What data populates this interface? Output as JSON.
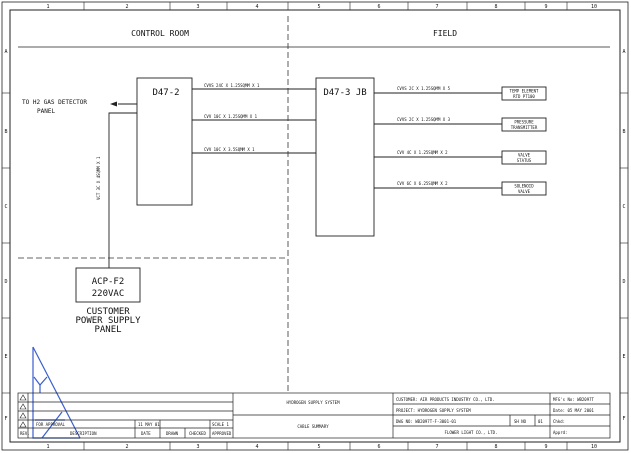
{
  "grid": {
    "columns": [
      "1",
      "2",
      "3",
      "4",
      "5",
      "6",
      "7",
      "8",
      "9",
      "10"
    ],
    "rows": [
      "A",
      "B",
      "C",
      "D",
      "E",
      "F"
    ]
  },
  "zones": {
    "left": "CONTROL ROOM",
    "right": "FIELD"
  },
  "equipment": {
    "d47_2": "D47-2",
    "d47_3": "D47-3 JB",
    "acp_name": "ACP-F2",
    "acp_voltage": "220VAC",
    "supply_line1": "CUSTOMER",
    "supply_line2": "POWER SUPPLY",
    "supply_line3": "PANEL"
  },
  "h2_detector": {
    "line1": "TO H2 GAS DETECTOR",
    "line2": "PANEL"
  },
  "cables_cr": [
    "CVVS 24C X 1.25SQMM X 1",
    "CVV 10C X 1.25SQMM X 1",
    "CVV 10C X 3.5SQMM X 1"
  ],
  "power_cable": "VCT 3C X 4SQMM X 1",
  "cables_field": [
    "CVVS 2C X 1.25SQMM X 5",
    "CVVS 2C X 1.25SQMM X 3",
    "CVV 4C X 1.25SQMM X 2",
    "CVV 6C X 6.25SQMM X 2"
  ],
  "field_devices": [
    {
      "l1": "TEMP ELEMENT",
      "l2": "RTD PT100"
    },
    {
      "l1": "PRESSURE",
      "l2": "TRANSMITTER"
    },
    {
      "l1": "VALVE",
      "l2": "STATUS"
    },
    {
      "l1": "SOLENOID",
      "l2": "VALVE"
    }
  ],
  "title_block": {
    "rev_row_desc": "FOR APPROVAL",
    "rev_row_date": "11 MAY 01",
    "rev_row_scale": "SCALE 1",
    "col_rev": "REV.",
    "col_desc": "DESCRIPTION",
    "col_date": "DATE",
    "col_drawn": "DRAWN",
    "col_checked": "CHECKED",
    "col_approved": "APPROVED",
    "title1": "HYDROGEN SUPPLY SYSTEM",
    "title2": "CABLE SUMMARY",
    "customer": "CUSTOMER: AIR PRODUCTS INDUSTRY CO., LTD.",
    "project": "PROJECT: HYDROGEN SUPPLY SYSTEM",
    "dwg_no": "DWG NO: WB2097T-F-3001-01",
    "sh_no": "SH NO",
    "sh_val": "01",
    "company": "FLOWER LIGHT CO., LTD.",
    "mfg_no": "MFG's No: WB2097T",
    "date": "Date: 05 MAY 2001",
    "chkd": "Chkd:",
    "apprd": "Apprd:"
  }
}
